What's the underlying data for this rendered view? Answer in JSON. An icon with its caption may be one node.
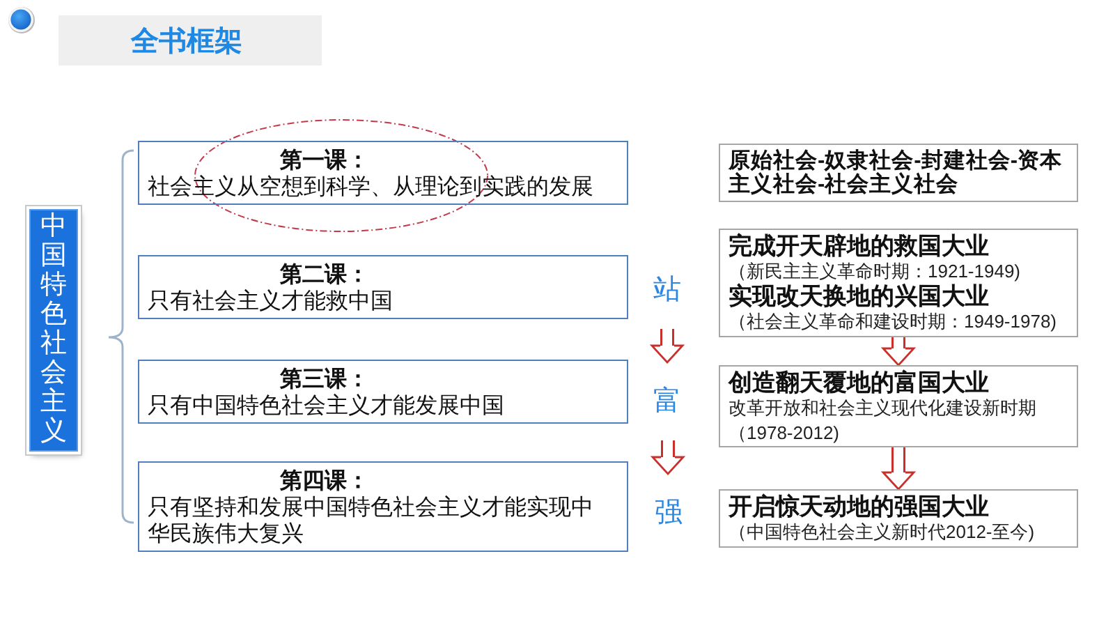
{
  "diagram": {
    "title": "全书框架",
    "nodes": [
      {
        "text": [
          "中国特色社会主义"
        ]
      },
      {
        "text": [
          "第一课：",
          "社会主义从空想到科学、从理论到实践的发展"
        ]
      },
      {
        "text": [
          "第二课：",
          "只有社会主义才能救中国"
        ]
      },
      {
        "text": [
          "第三课：",
          "只有中国特色社会主义才能发展中国"
        ]
      },
      {
        "text": [
          "第四课：",
          "只有坚持和发展中国特色社会主义才能实现中华民族伟大复兴"
        ]
      },
      {
        "text": [
          "站"
        ]
      },
      {
        "text": [
          "富"
        ]
      },
      {
        "text": [
          "强"
        ]
      },
      {
        "text": [
          "原始社会-奴隶社会-封建社会-资本主义社会-社会主义社会"
        ]
      },
      {
        "text": [
          "完成开天辟地的救国大业",
          "（新民主主义革命时期：1921-1949)",
          "实现改天换地的兴国大业",
          "（社会主义革命和建设时期：1949-1978)"
        ]
      },
      {
        "text": [
          "创造翻天覆地的富国大业",
          "改革开放和社会主义现代化建设新时期（1978-2012)"
        ]
      },
      {
        "text": [
          "开启惊天动地的强国大业",
          "（中国特色社会主义新时代2012-至今)"
        ]
      }
    ],
    "edges": [
      {
        "from": 5,
        "to": 6,
        "arrow": "to"
      },
      {
        "from": 6,
        "to": 7,
        "arrow": "to"
      },
      {
        "from": 9,
        "to": 10,
        "arrow": "to"
      },
      {
        "from": 10,
        "to": 11,
        "arrow": "to"
      }
    ]
  }
}
